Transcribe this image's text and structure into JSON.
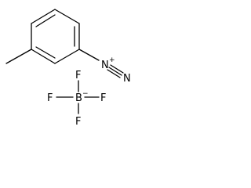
{
  "molecule": {
    "atoms": {
      "n_plus": "N",
      "n_plus_charge": "+",
      "n_terminal": "N",
      "boron": "B",
      "boron_charge": "−",
      "fluorine_1": "F",
      "fluorine_2": "F",
      "fluorine_3": "F",
      "fluorine_4": "F"
    }
  }
}
